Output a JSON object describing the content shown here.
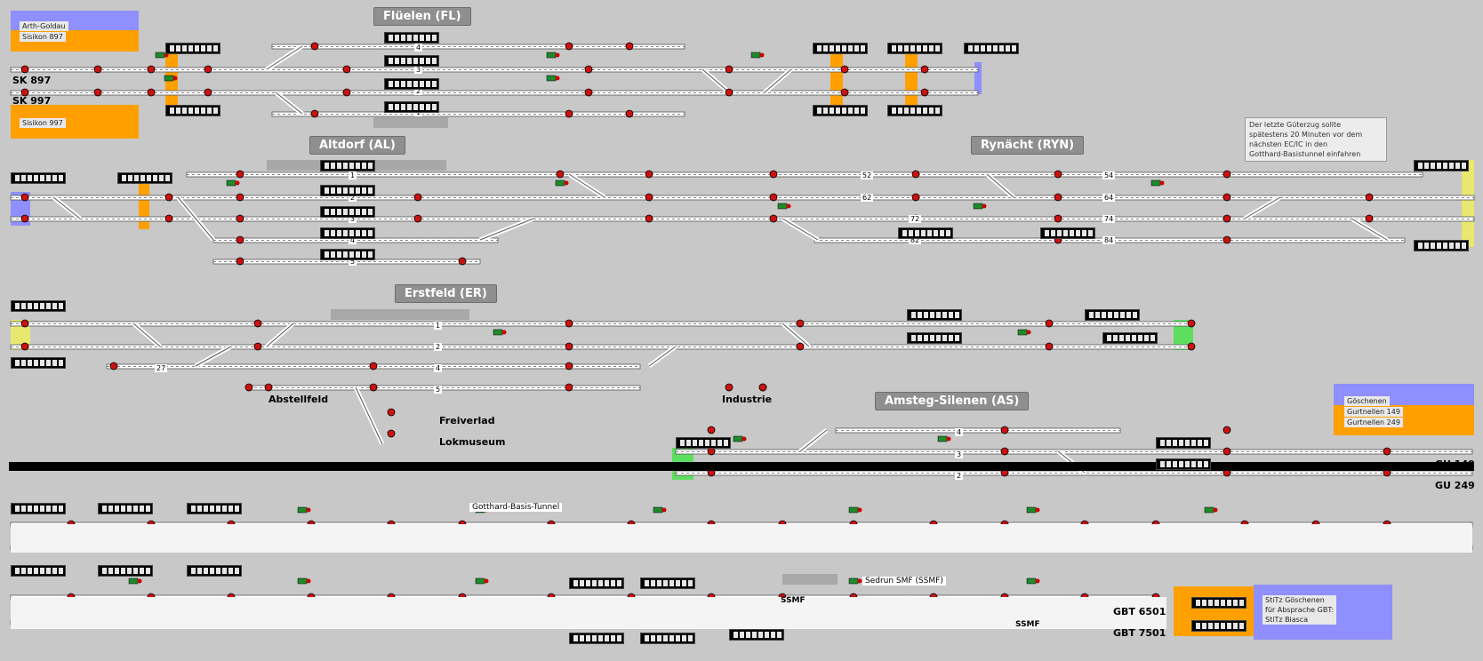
{
  "stations": {
    "flueelen": "Flüelen (FL)",
    "altdorf": "Altdorf (AL)",
    "rynaecht": "Rynächt (RYN)",
    "erstfeld": "Erstfeld (ER)",
    "amsteg": "Amsteg-Silenen (AS)",
    "sedrun": "Sedrun SMF (SSMF)"
  },
  "labels": {
    "sk897": "SK 897",
    "sk997": "SK 997",
    "gu149": "GU 149",
    "gu249": "GU 249",
    "gbt6501": "GBT 6501",
    "gbt7501": "GBT 7501",
    "abstellfeld": "Abstellfeld",
    "freiverlad": "Freiverlad",
    "lokmuseum": "Lokmuseum",
    "industrie": "Industrie",
    "tunnel": "Gotthard-Basis-Tunnel",
    "ssmf1": "SSMF",
    "ssmf2": "SSMF"
  },
  "panels": {
    "arth_goldau": "Arth-Goldau",
    "sisikon897": "Sisikon 897",
    "sisikon997": "Sisikon 997",
    "goeschenen": "Göschenen",
    "gurtnellen149": "Gurtnellen 149",
    "gurtnellen249": "Gurtnellen 249",
    "stitz": "StiTz Göschenen\nfür Absprache GBT:\nStiTz Biasca"
  },
  "note": "Der letzte Güterzug sollte\nspätestens 20 Minuten vor dem\nnächsten EC/IC in den\nGotthard-Basistunnel einfahren",
  "track_numbers": {
    "fl1": "1",
    "fl2": "2",
    "fl3": "3",
    "fl4": "4",
    "al1": "1",
    "al2": "2",
    "al3": "3",
    "al4": "4",
    "al5": "5",
    "ryn52": "52",
    "ryn62": "62",
    "ryn72": "72",
    "ryn82": "82",
    "ryn54": "54",
    "ryn64": "64",
    "ryn74": "74",
    "ryn84": "84",
    "er1": "1",
    "er2": "2",
    "er4": "4",
    "er5": "5",
    "er27": "27",
    "as2": "2",
    "as3": "3",
    "as4": "4"
  },
  "colors": {
    "background": "#c8c8c8",
    "signal_red": "#cc1111",
    "signal_green": "#1e8a2a",
    "panel_blue": "#8f8fff",
    "panel_orange": "#ffa000",
    "panel_yellow": "#e8e870",
    "panel_green": "#5ede5e"
  }
}
